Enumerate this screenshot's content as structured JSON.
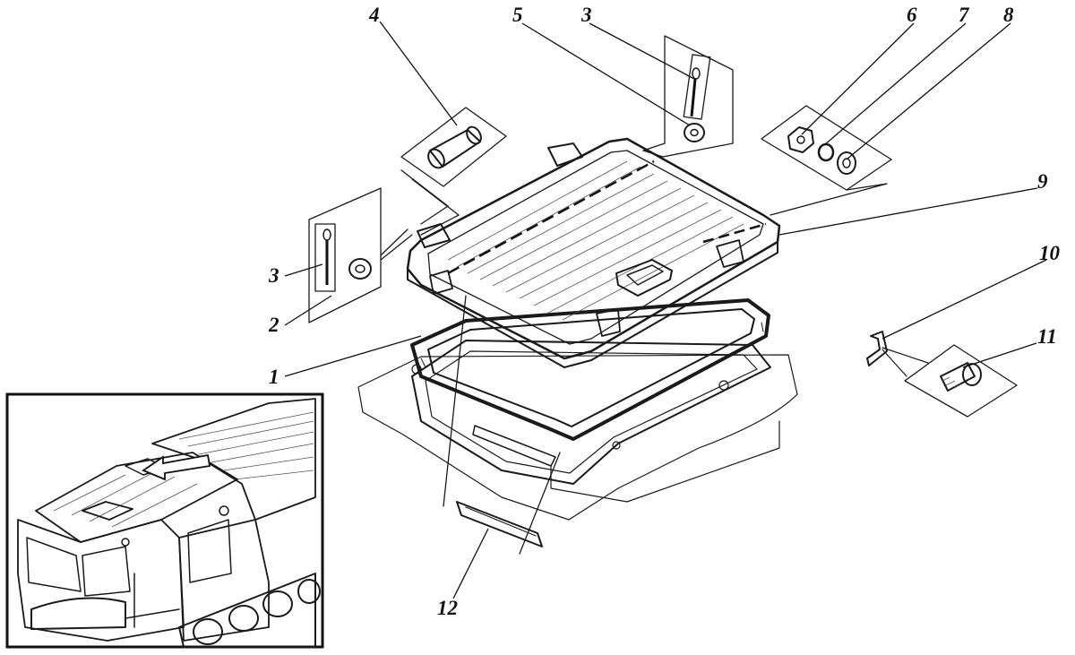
{
  "figure": {
    "callouts": [
      {
        "id": "c1",
        "label": "1"
      },
      {
        "id": "c2",
        "label": "2"
      },
      {
        "id": "c3a",
        "label": "3"
      },
      {
        "id": "c3b",
        "label": "3"
      },
      {
        "id": "c4",
        "label": "4"
      },
      {
        "id": "c5",
        "label": "5"
      },
      {
        "id": "c6",
        "label": "6"
      },
      {
        "id": "c7",
        "label": "7"
      },
      {
        "id": "c8",
        "label": "8"
      },
      {
        "id": "c9",
        "label": "9"
      },
      {
        "id": "c10",
        "label": "10"
      },
      {
        "id": "c11",
        "label": "11"
      },
      {
        "id": "c12",
        "label": "12"
      }
    ],
    "parts": {
      "hatch_cover": "hatch-cover",
      "seal_frame": "seal-frame",
      "roof_opening": "roof-opening",
      "pin": "pin",
      "washer": "washer",
      "bushing": "bushing",
      "nut": "nut",
      "spring_washer": "spring-washer",
      "flat_washer": "flat-washer",
      "bracket": "bracket",
      "screw": "screw",
      "guide_strip": "guide-strip",
      "vehicle_inset": "vehicle-inset"
    }
  }
}
